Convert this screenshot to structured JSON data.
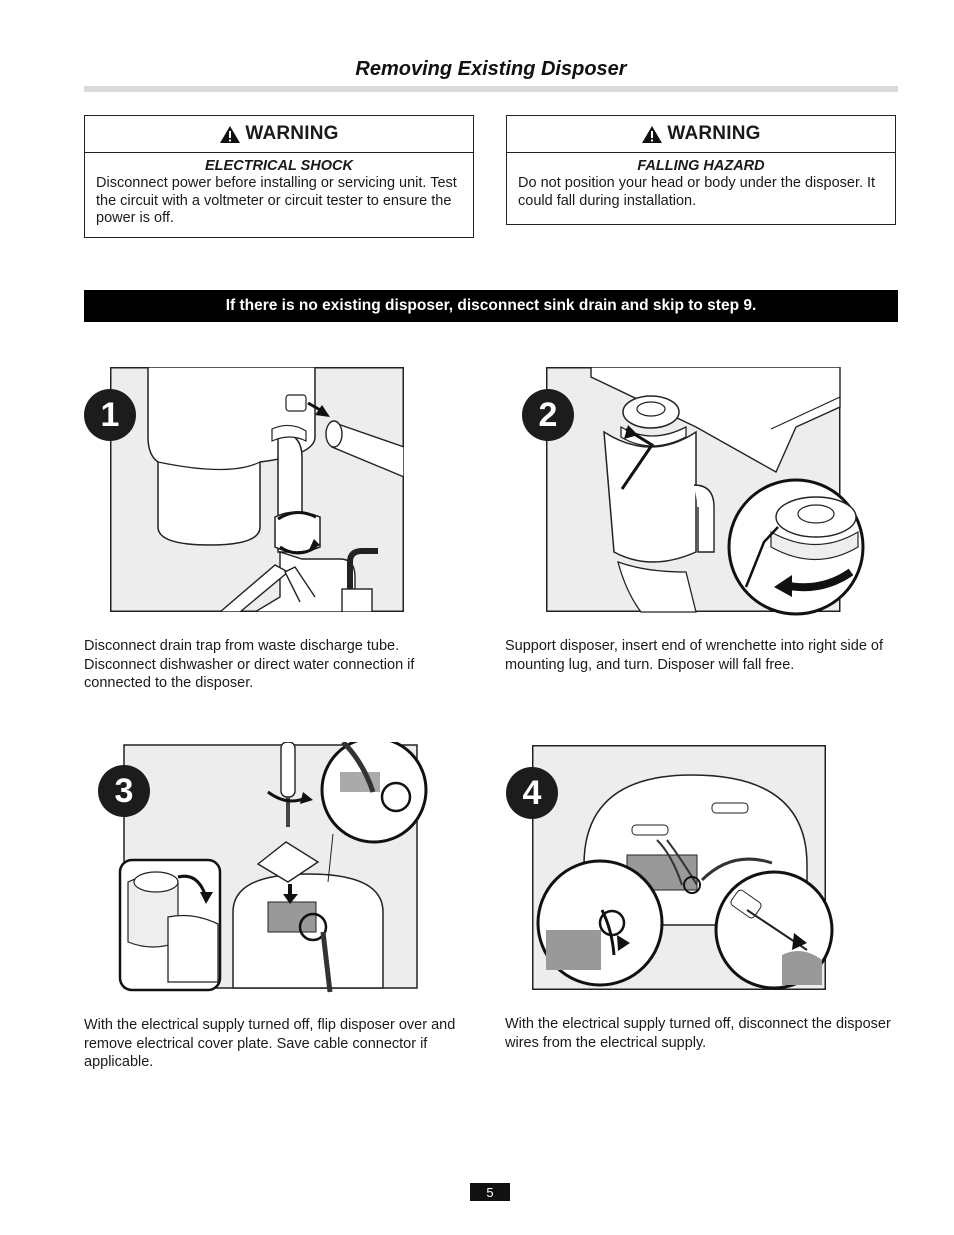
{
  "title": "Removing Existing Disposer",
  "warnings": [
    {
      "label": "WARNING",
      "subtitle": "ELECTRICAL SHOCK",
      "body": "Disconnect power before installing or servicing unit. Test the circuit with a voltmeter or circuit tester to ensure the power is off."
    },
    {
      "label": "WARNING",
      "subtitle": "FALLING HAZARD",
      "body": "Do not position your head or body under the disposer. It could fall during installation."
    }
  ],
  "banner": "If there is no existing disposer, disconnect sink drain and skip to step 9.",
  "steps": [
    {
      "number": "1",
      "caption": "Disconnect drain trap from waste discharge tube. Disconnect dishwasher or direct water connection if connected to the disposer."
    },
    {
      "number": "2",
      "caption": "Support disposer, insert end of wrenchette into right side of mounting lug, and turn. Disposer will fall free."
    },
    {
      "number": "3",
      "caption": "With the electrical supply turned off, flip disposer over and remove electrical cover plate. Save cable connector if applicable."
    },
    {
      "number": "4",
      "caption": "With the electrical supply turned off, disconnect the disposer wires from the electrical supply."
    }
  ],
  "page_number": "5",
  "colors": {
    "illustration_bg": "#ededed",
    "banner_bg": "#000000",
    "rule": "#dadada"
  },
  "icons": [
    "warning-triangle-icon",
    "rotate-arrow-icon",
    "screwdriver-icon",
    "wrenchette-icon"
  ]
}
